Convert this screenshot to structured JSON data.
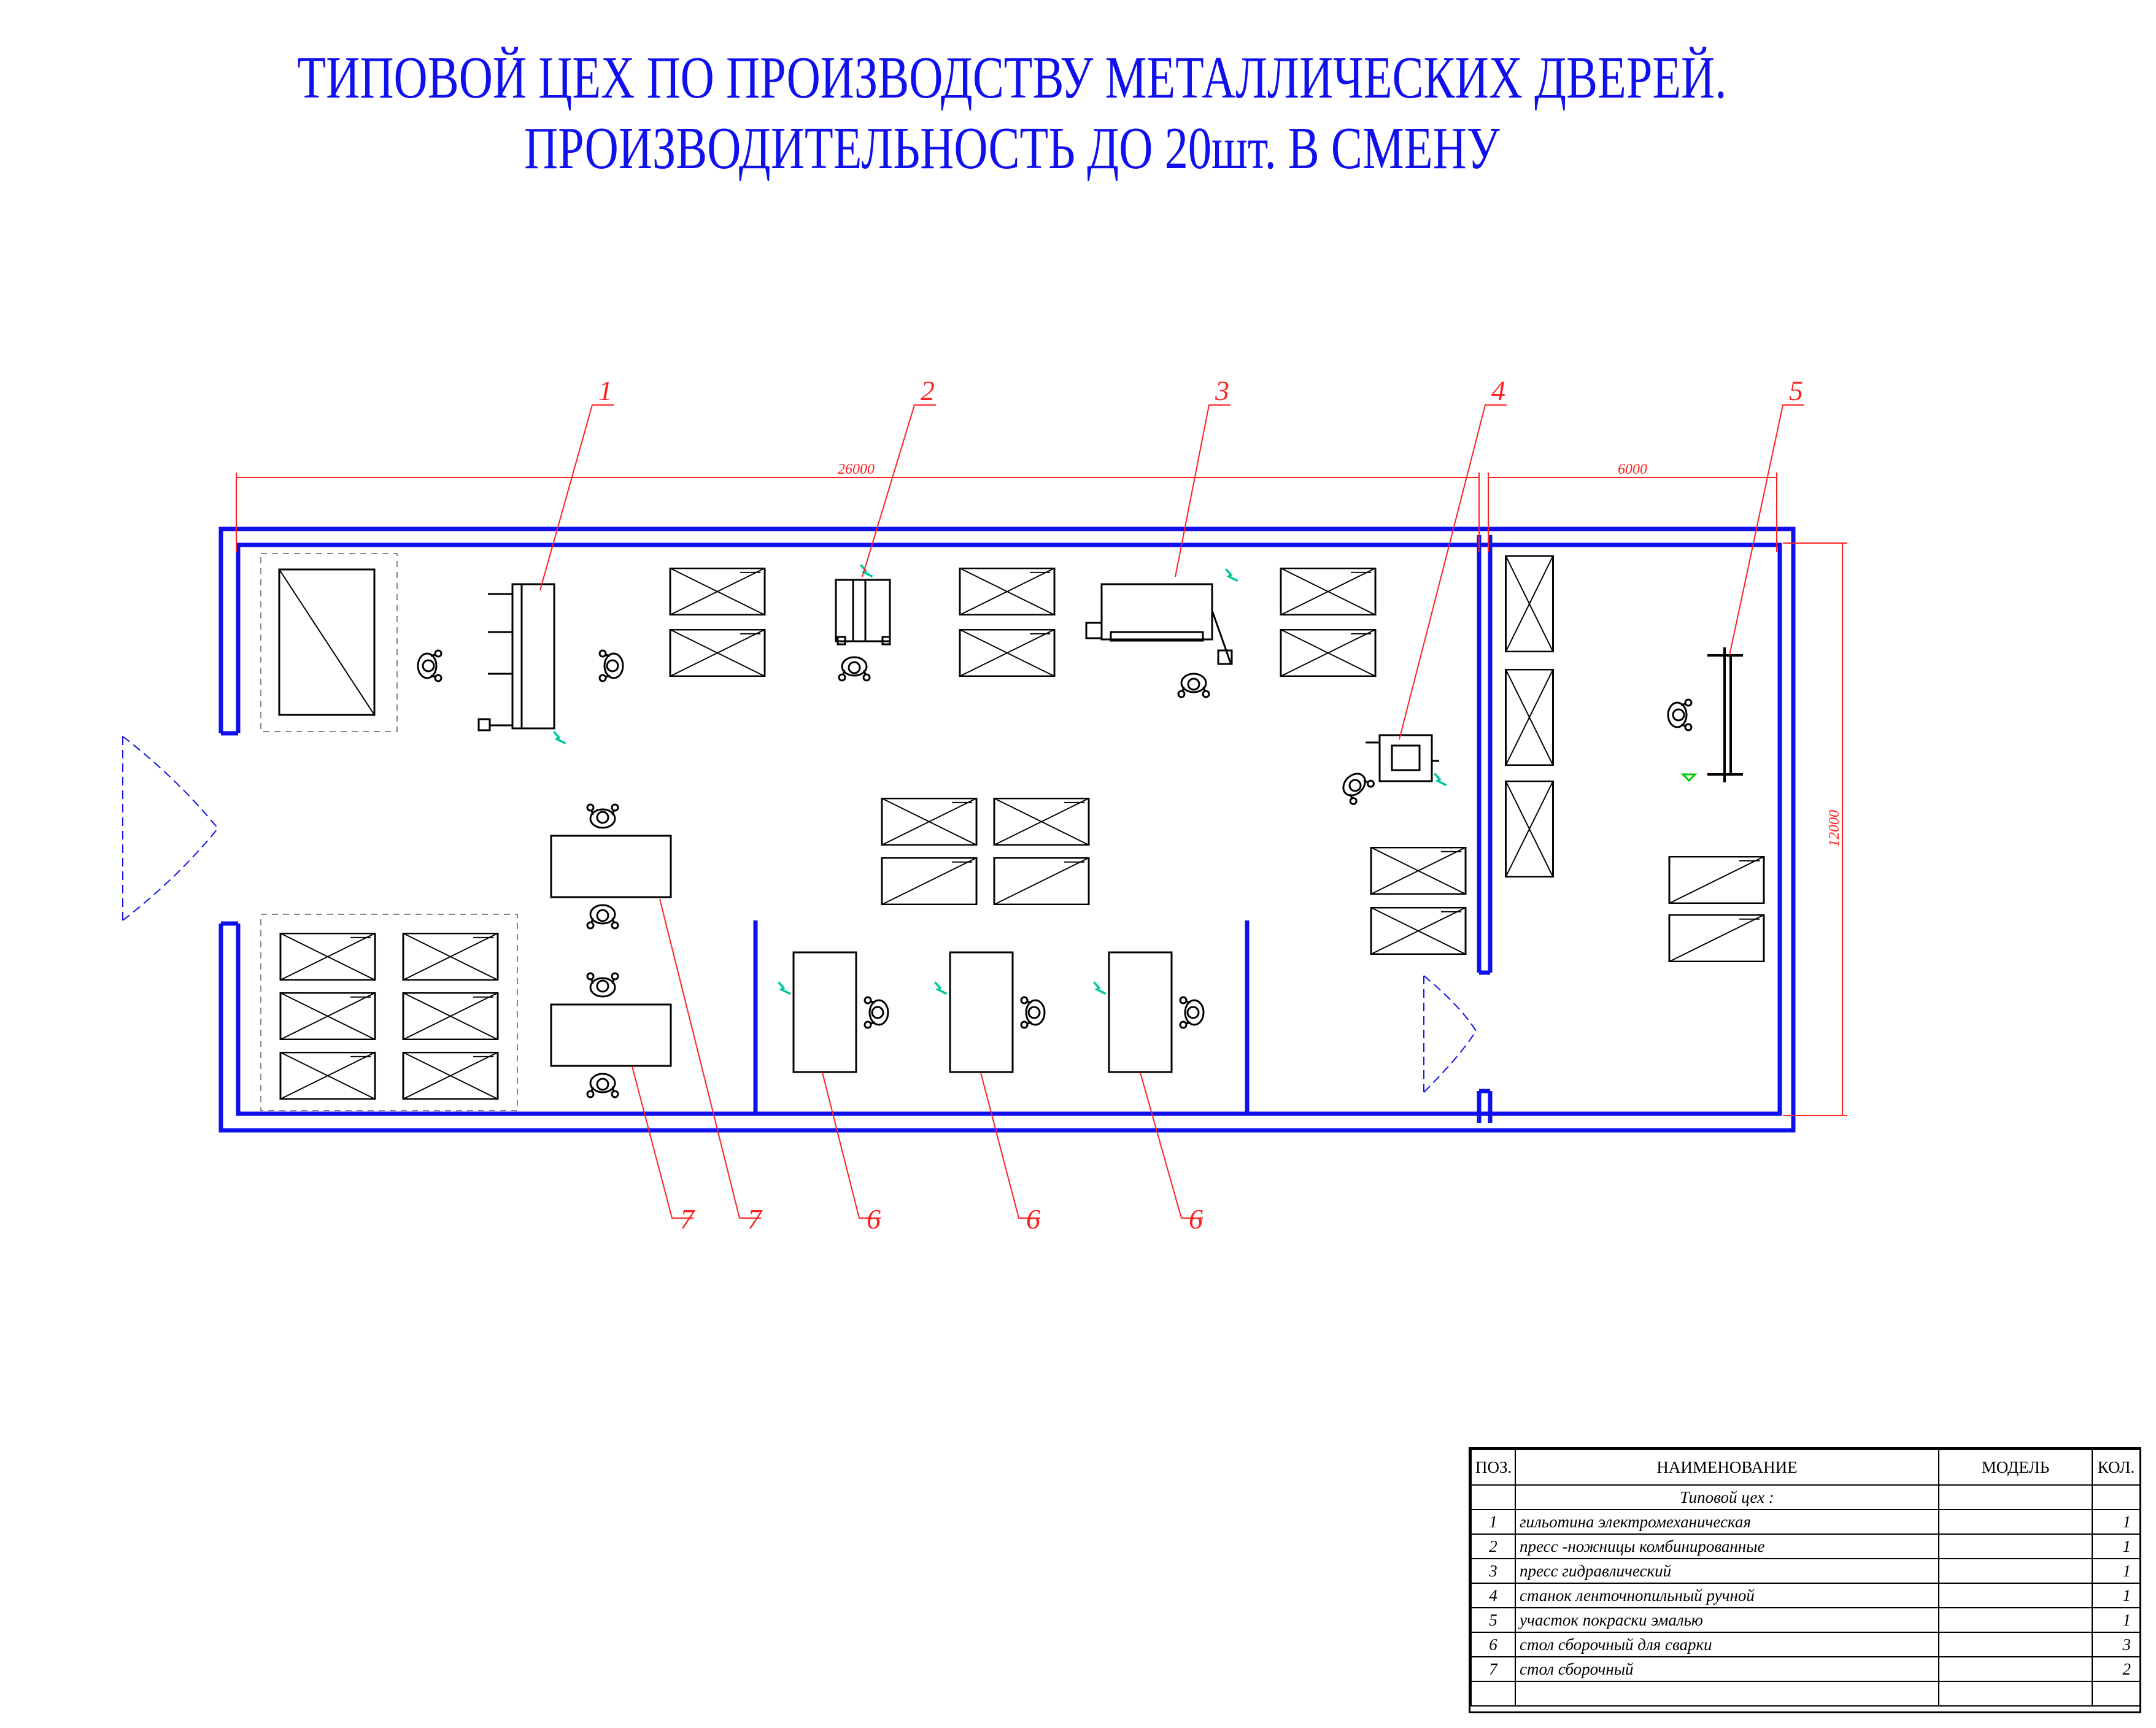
{
  "title": {
    "line1": "ТИПОВОЙ ЦЕХ ПО ПРОИЗВОДСТВУ МЕТАЛЛИЧЕСКИХ ДВЕРЕЙ.",
    "line2": "ПРОИЗВОДИТЕЛЬНОСТЬ ДО 20шт. В СМЕНУ"
  },
  "dimensions": {
    "total_length": "26000",
    "room_length": "6000",
    "width": "12000"
  },
  "callouts": [
    "1",
    "2",
    "3",
    "4",
    "5",
    "7",
    "7",
    "6",
    "6",
    "6"
  ],
  "colors": {
    "walls": "#1010ee",
    "callouts": "#ff2020",
    "equipment": "#000000",
    "tools": "#00c8a0"
  },
  "spec": {
    "headers": {
      "pos": "ПОЗ.",
      "name": "НАИМЕНОВАНИЕ",
      "model": "МОДЕЛЬ",
      "qty": "КОЛ."
    },
    "subtitle": "Типовой цех :",
    "rows": [
      {
        "pos": "1",
        "name": "гильотина электромеханическая",
        "qty": "1"
      },
      {
        "pos": "2",
        "name": "пресс -ножницы комбинированные",
        "qty": "1"
      },
      {
        "pos": "3",
        "name": "пресс гидравлический",
        "qty": "1"
      },
      {
        "pos": "4",
        "name": "станок ленточнопильный ручной",
        "qty": "1"
      },
      {
        "pos": "5",
        "name": "участок покраски эмалью",
        "qty": "1"
      },
      {
        "pos": "6",
        "name": "стол сборочный для сварки",
        "qty": "3"
      },
      {
        "pos": "7",
        "name": "стол сборочный",
        "qty": "2"
      }
    ]
  }
}
